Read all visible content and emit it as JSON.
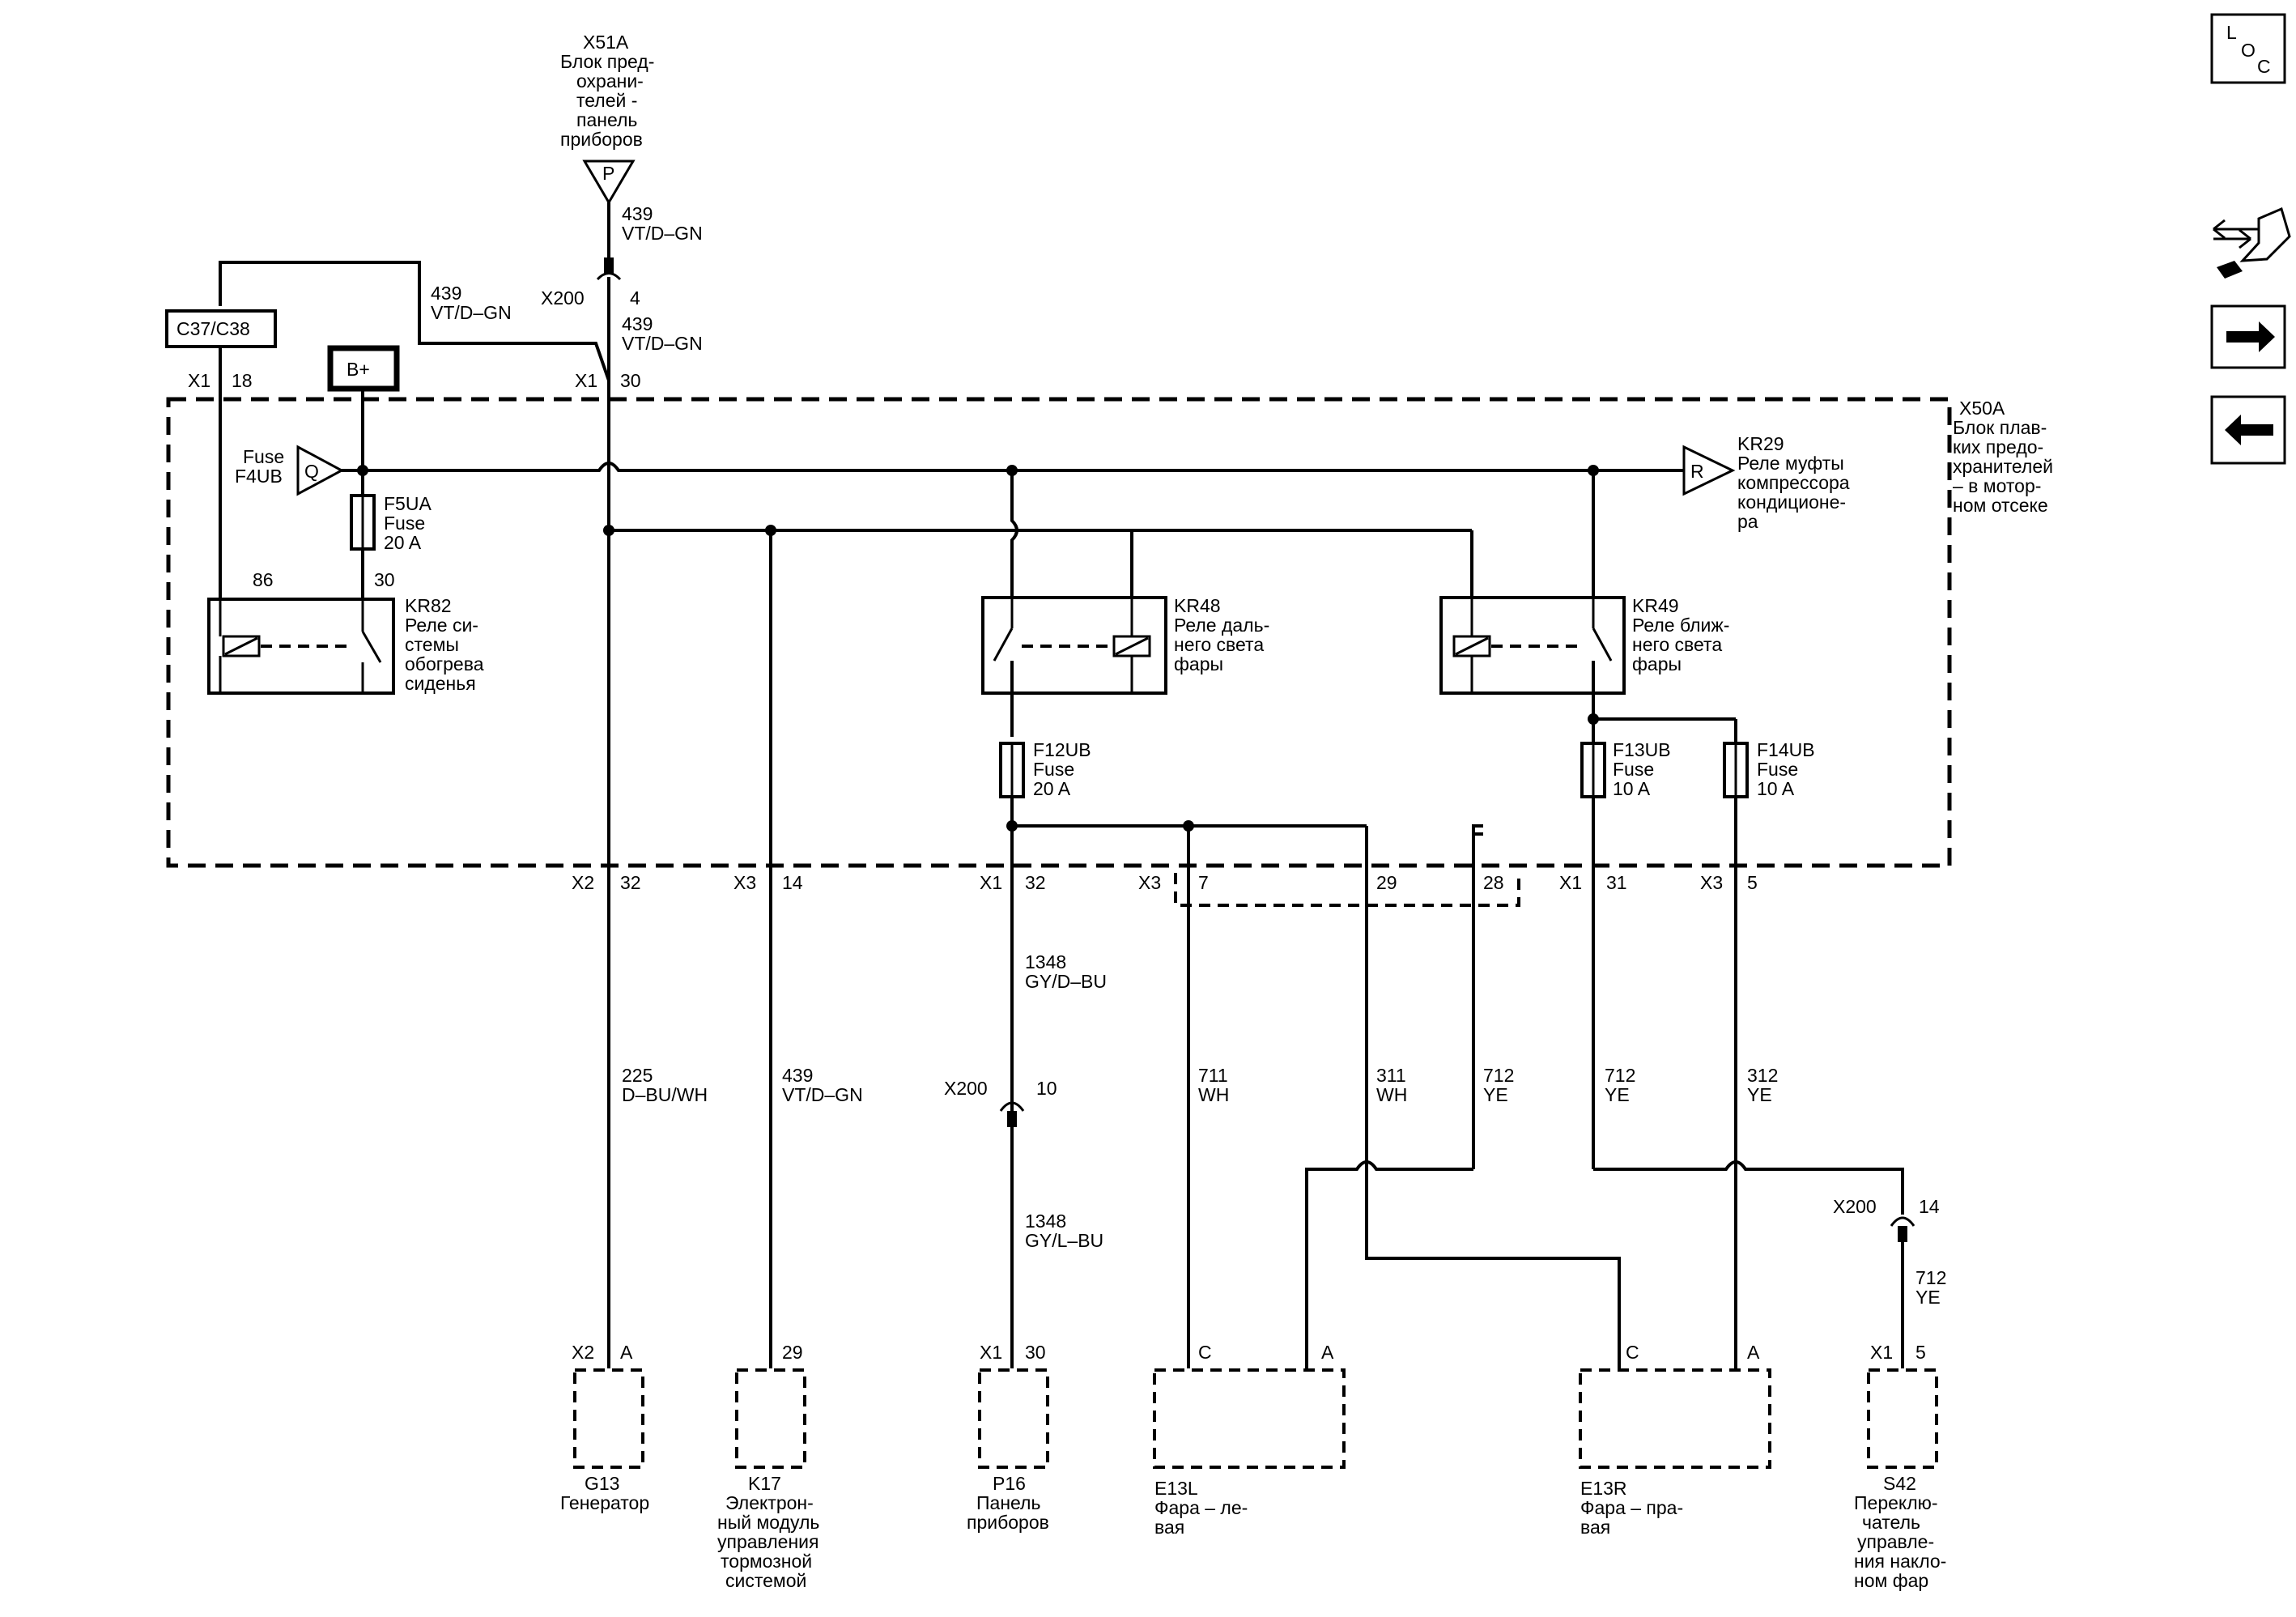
{
  "nav": {
    "loc_l": "L",
    "loc_o": "O",
    "loc_c": "C"
  },
  "top_connector": {
    "name": "X51A",
    "desc": [
      "Блок пред-",
      "охрани-",
      "телей -",
      "панель",
      "приборов"
    ],
    "pin": "P",
    "wire_top": [
      "439",
      "VT/D–GN"
    ],
    "x200": "X200",
    "x200_pin": "4",
    "wire_bottom": [
      "439",
      "VT/D–GN"
    ]
  },
  "c37": "C37/C38",
  "c37_wire": [
    "439",
    "VT/D–GN"
  ],
  "bplus": "B+",
  "x1_18": [
    "X1",
    "18"
  ],
  "x1_30": [
    "X1",
    "30"
  ],
  "fuse_block": {
    "name": "X50A",
    "desc": [
      "Блок плав-",
      "ких предо-",
      "хранителей",
      "– в мотор-",
      "ном отсеке"
    ]
  },
  "f4ub": {
    "label": [
      "Fuse",
      "F4UB"
    ],
    "pin": "Q"
  },
  "f5ua": [
    "F5UA",
    "Fuse",
    "20 A"
  ],
  "kr29": {
    "pin": "R",
    "desc": [
      "KR29",
      "Реле муфты",
      "компрессора",
      "кондиционе-",
      "ра"
    ]
  },
  "kr82": {
    "pin86": "86",
    "pin30": "30",
    "desc": [
      "KR82",
      "Реле си-",
      "стемы",
      "обогрева",
      "сиденья"
    ]
  },
  "kr48": {
    "desc": [
      "KR48",
      "Реле даль-",
      "него света",
      "фары"
    ]
  },
  "kr49": {
    "desc": [
      "KR49",
      "Реле ближ-",
      "него света",
      "фары"
    ]
  },
  "f12ub": [
    "F12UB",
    "Fuse",
    "20 A"
  ],
  "f13ub": [
    "F13UB",
    "Fuse",
    "10 A"
  ],
  "f14ub": [
    "F14UB",
    "Fuse",
    "10 A"
  ],
  "pins_bottom": {
    "x2_32": [
      "X2",
      "32"
    ],
    "x3_14": [
      "X3",
      "14"
    ],
    "x1_32": [
      "X1",
      "32"
    ],
    "x3_7": [
      "X3",
      "7"
    ],
    "p29": "29",
    "p28": "28",
    "x1_31": [
      "X1",
      "31"
    ],
    "x3_5": [
      "X3",
      "5"
    ]
  },
  "wires": {
    "w1348a": [
      "1348",
      "GY/D–BU"
    ],
    "x200_10": [
      "X200",
      "10"
    ],
    "w1348b": [
      "1348",
      "GY/L–BU"
    ],
    "w225": [
      "225",
      "D–BU/WH"
    ],
    "w439": [
      "439",
      "VT/D–GN"
    ],
    "w711": [
      "711",
      "WH"
    ],
    "w311": [
      "311",
      "WH"
    ],
    "w712a": [
      "712",
      "YE"
    ],
    "w712b": [
      "712",
      "YE"
    ],
    "w312": [
      "312",
      "YE"
    ],
    "x200_14": [
      "X200",
      "14"
    ],
    "w712c": [
      "712",
      "YE"
    ]
  },
  "components": {
    "g13": {
      "pins": [
        "X2",
        "A"
      ],
      "desc": [
        "G13",
        "Генератор"
      ]
    },
    "k17": {
      "pins": [
        "29"
      ],
      "desc": [
        "K17",
        "Электрон-",
        "ный модуль",
        "управления",
        "тормозной",
        "системой"
      ]
    },
    "p16": {
      "pins": [
        "X1",
        "30"
      ],
      "desc": [
        "P16",
        "Панель",
        "приборов"
      ]
    },
    "e13l": {
      "pins": [
        "C",
        "A"
      ],
      "desc": [
        "E13L",
        "Фара – ле-",
        "вая"
      ]
    },
    "e13r": {
      "pins": [
        "C",
        "A"
      ],
      "desc": [
        "E13R",
        "Фара – пра-",
        "вая"
      ]
    },
    "s42": {
      "pins": [
        "X1",
        "5"
      ],
      "desc": [
        "S42",
        "Переклю-",
        "чатель",
        "управле-",
        "ния накло-",
        "ном фар"
      ]
    }
  }
}
